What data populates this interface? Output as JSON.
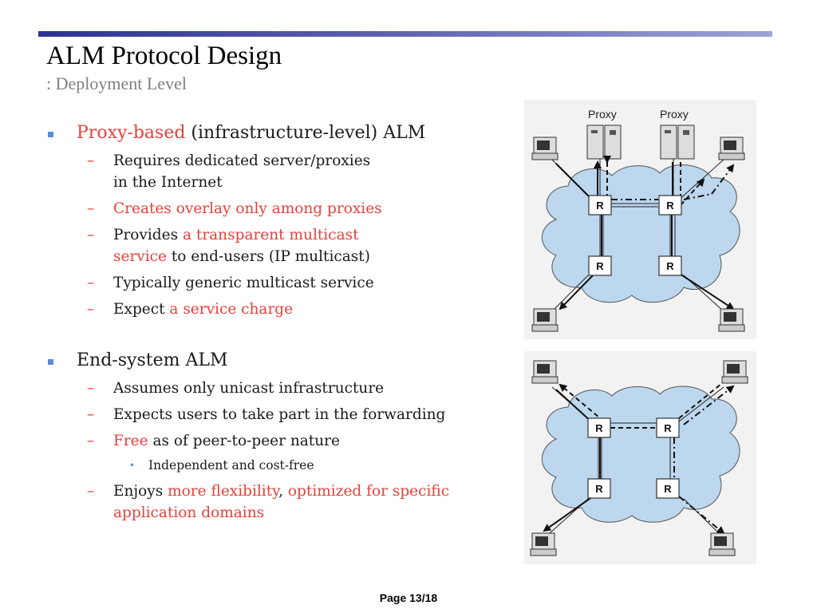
{
  "header": {
    "title": "ALM Protocol Design",
    "subtitle": ": Deployment Level"
  },
  "sections": [
    {
      "heading": {
        "red": "Proxy-based",
        "rest": " (infrastructure-level) ALM"
      },
      "items": [
        {
          "parts": [
            {
              "text": "Requires dedicated server/proxies",
              "red": false
            },
            {
              "text": "in the Internet",
              "red": false,
              "newline": true
            }
          ]
        },
        {
          "parts": [
            {
              "text": "Creates overlay only among proxies",
              "red": true
            }
          ]
        },
        {
          "parts": [
            {
              "text": "Provides ",
              "red": false
            },
            {
              "text": "a transparent multicast",
              "red": true
            },
            {
              "text": "service",
              "red": true,
              "newline": true
            },
            {
              "text": " to end-users (IP multicast)",
              "red": false
            }
          ]
        },
        {
          "parts": [
            {
              "text": "Typically generic multicast service",
              "red": false
            }
          ]
        },
        {
          "parts": [
            {
              "text": "Expect ",
              "red": false
            },
            {
              "text": "a service charge",
              "red": true
            }
          ]
        }
      ]
    },
    {
      "heading": {
        "red": "",
        "rest": "End-system ALM"
      },
      "items": [
        {
          "parts": [
            {
              "text": "Assumes only unicast infrastructure",
              "red": false
            }
          ]
        },
        {
          "parts": [
            {
              "text": "Expects users to take part in the forwarding",
              "red": false
            }
          ]
        },
        {
          "parts": [
            {
              "text": "Free",
              "red": true
            },
            {
              "text": " as of peer-to-peer nature",
              "red": false
            }
          ],
          "sub": [
            "Independent and cost-free"
          ]
        },
        {
          "parts": [
            {
              "text": "Enjoys ",
              "red": false
            },
            {
              "text": "more flexibility",
              "red": true
            },
            {
              "text": ", ",
              "red": false
            },
            {
              "text": "optimized for specific",
              "red": true
            },
            {
              "text": "application domains",
              "red": true,
              "newline": true
            }
          ]
        }
      ]
    }
  ],
  "diagram_proxy": {
    "proxy_left": "Proxy",
    "proxy_right": "Proxy",
    "router": "R"
  },
  "diagram_endsystem": {
    "router": "R"
  },
  "footer": {
    "page": "Page 13/18"
  },
  "colors": {
    "accent_red": "#e8403a",
    "bullet_blue": "#5b8bd6",
    "cloud": "#bcd7ee",
    "title_bar": "#2e3192"
  }
}
